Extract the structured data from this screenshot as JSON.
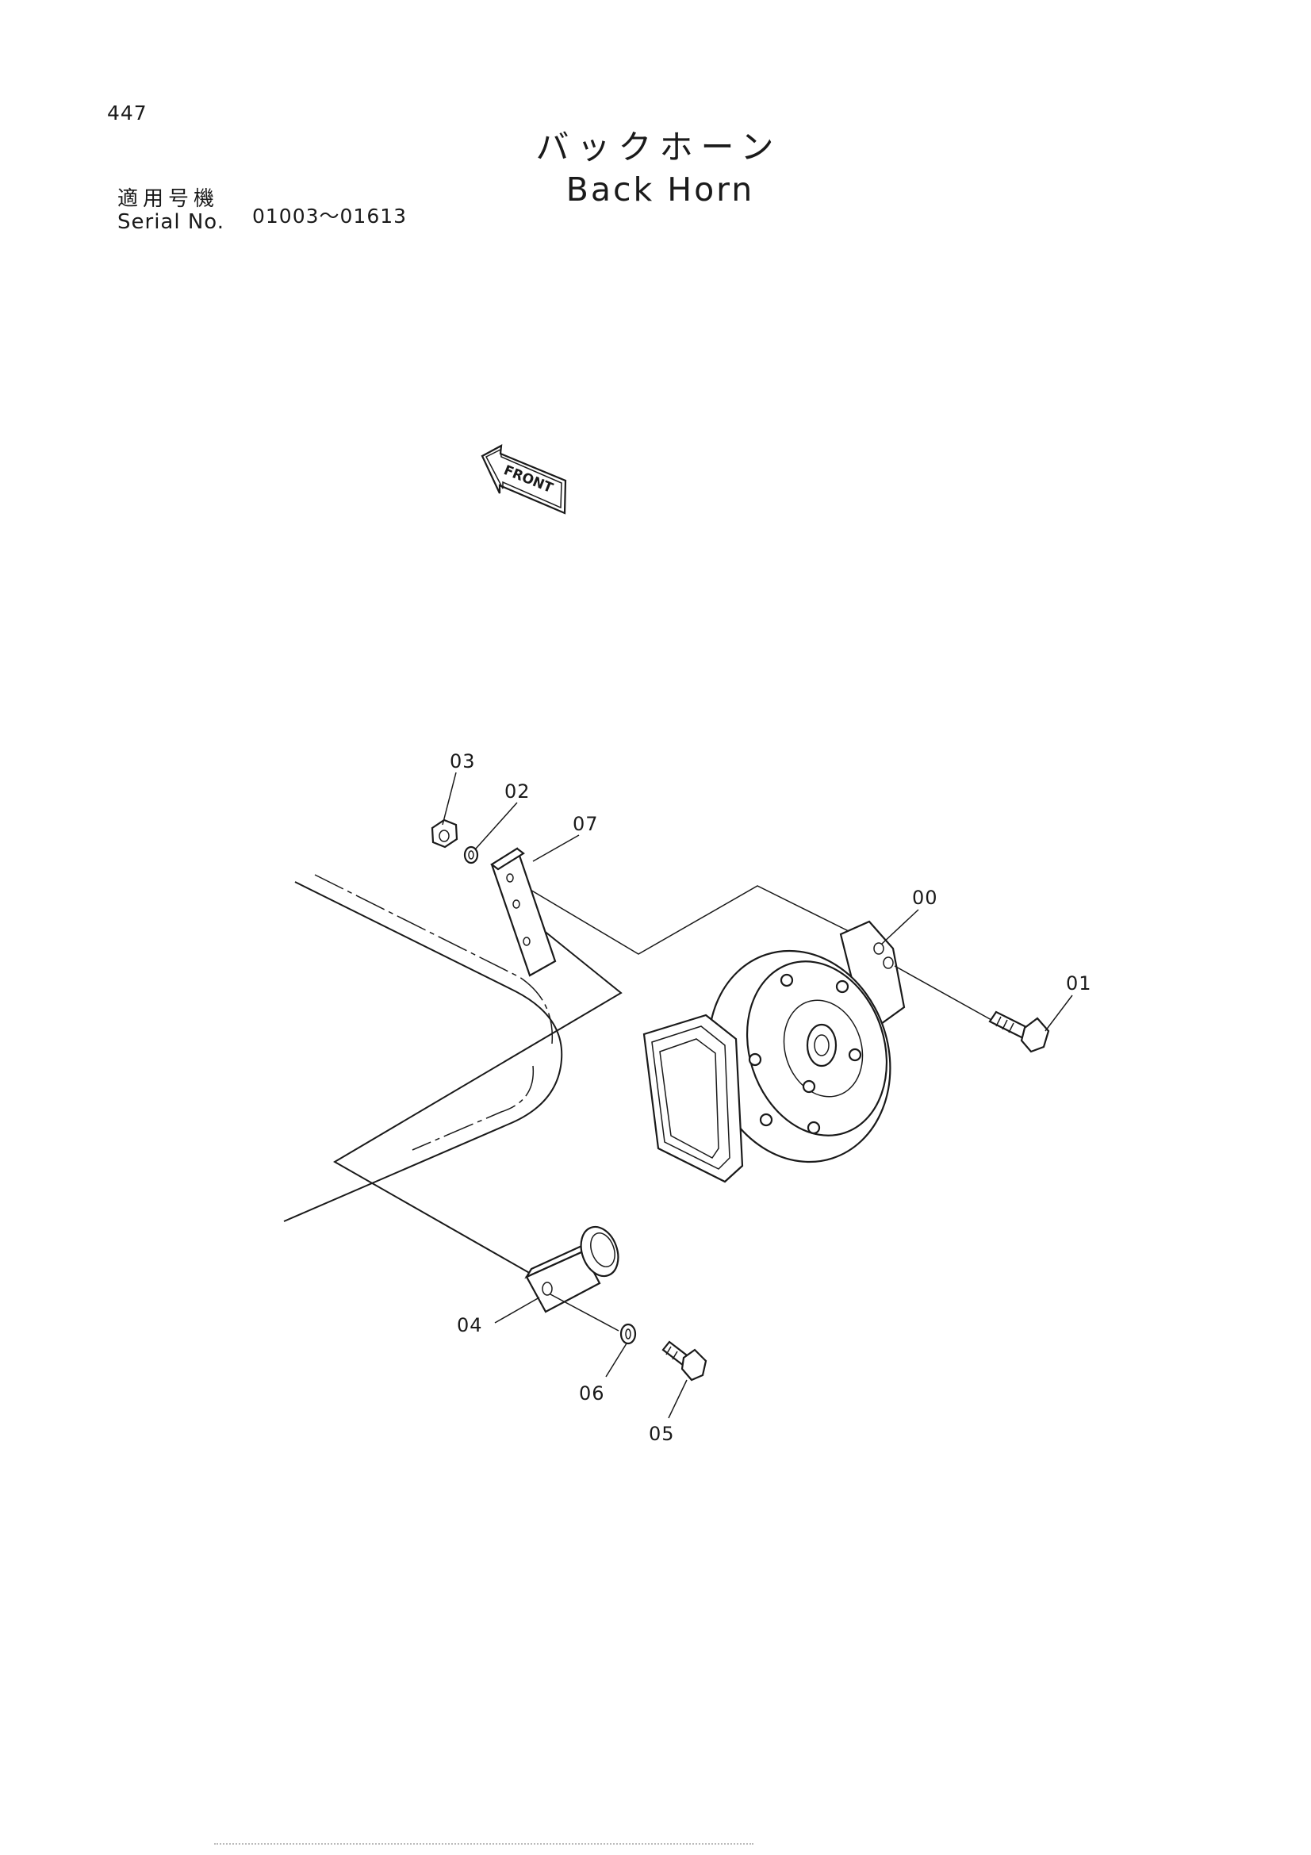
{
  "page": {
    "number": "447"
  },
  "title": {
    "japanese": "バックホーン",
    "english": "Back Horn"
  },
  "serial": {
    "label_japanese": "適用号機",
    "label_english": "Serial No.",
    "range": "01003～01613"
  },
  "diagram": {
    "front_marker": "FRONT",
    "callouts": {
      "c00": "00",
      "c01": "01",
      "c02": "02",
      "c03": "03",
      "c04": "04",
      "c05": "05",
      "c06": "06",
      "c07": "07"
    }
  }
}
